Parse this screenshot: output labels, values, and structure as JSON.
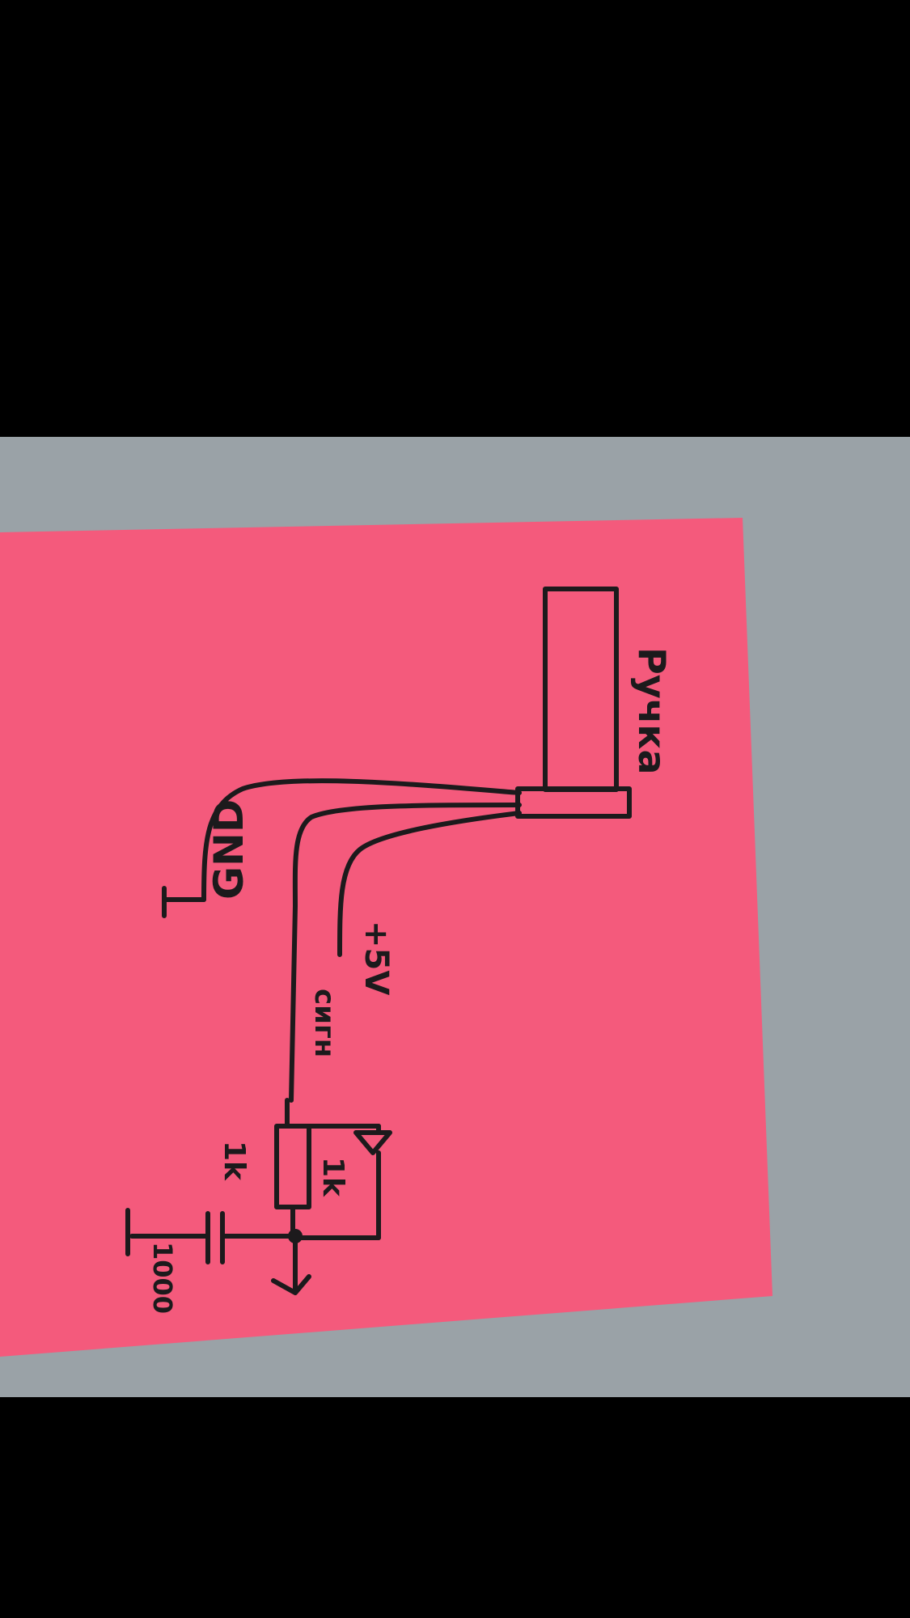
{
  "photo": {
    "subject": "handwritten-circuit-sketch-on-sticky-note",
    "colors": {
      "background_bars": "#000000",
      "table_surface": "#9aa2a7",
      "sticky_note": "#f45a7c",
      "ink": "#1c1a1c"
    },
    "labels": {
      "component_name": "Ручка",
      "ground": "GND",
      "supply": "+5V",
      "signal_wire": "сигн",
      "resistor_left": "1k",
      "resistor_right": "1k",
      "capacitor": "1000"
    }
  }
}
